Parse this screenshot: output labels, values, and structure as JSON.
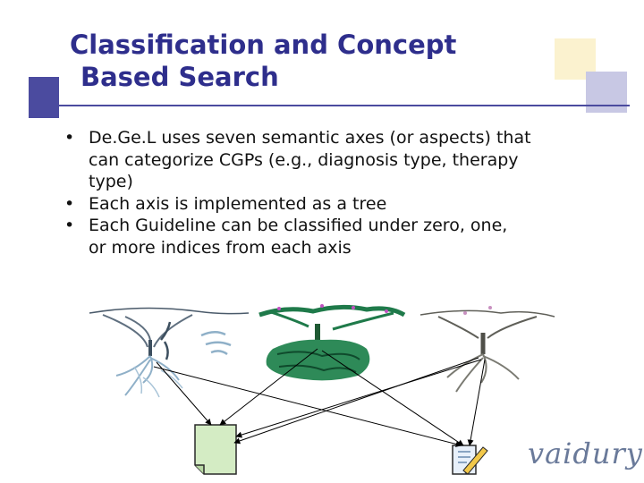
{
  "title": {
    "line1": "Classification and Concept",
    "line2": "Based Search"
  },
  "bullets": [
    {
      "marker": "•",
      "lines": [
        "De.Ge.L uses seven semantic axes (or aspects) that",
        "can categorize CGPs (e.g., diagnosis type, therapy",
        "type)"
      ]
    },
    {
      "marker": "•",
      "lines": [
        "Each axis is implemented as a tree"
      ]
    },
    {
      "marker": "•",
      "lines": [
        "Each Guideline can be classified under zero, one,",
        "or more indices from each axis"
      ]
    }
  ],
  "logo": {
    "text": "vaidurya"
  },
  "colors": {
    "title": "#2e2e8c",
    "accent_blue": "#4b4b9f",
    "accent_cream": "#fbf2cf",
    "accent_lavender": "#c8c8e4",
    "tree_blue": "#8fb0c8",
    "tree_green": "#1f7a4a",
    "tree_grey": "#7a7a72"
  },
  "icons": {
    "left_tree": "tree-blue-icon",
    "middle_tree": "tree-green-icon",
    "right_tree": "tree-grey-icon",
    "document": "document-icon",
    "guideline_sheet": "notepad-pencil-icon"
  }
}
